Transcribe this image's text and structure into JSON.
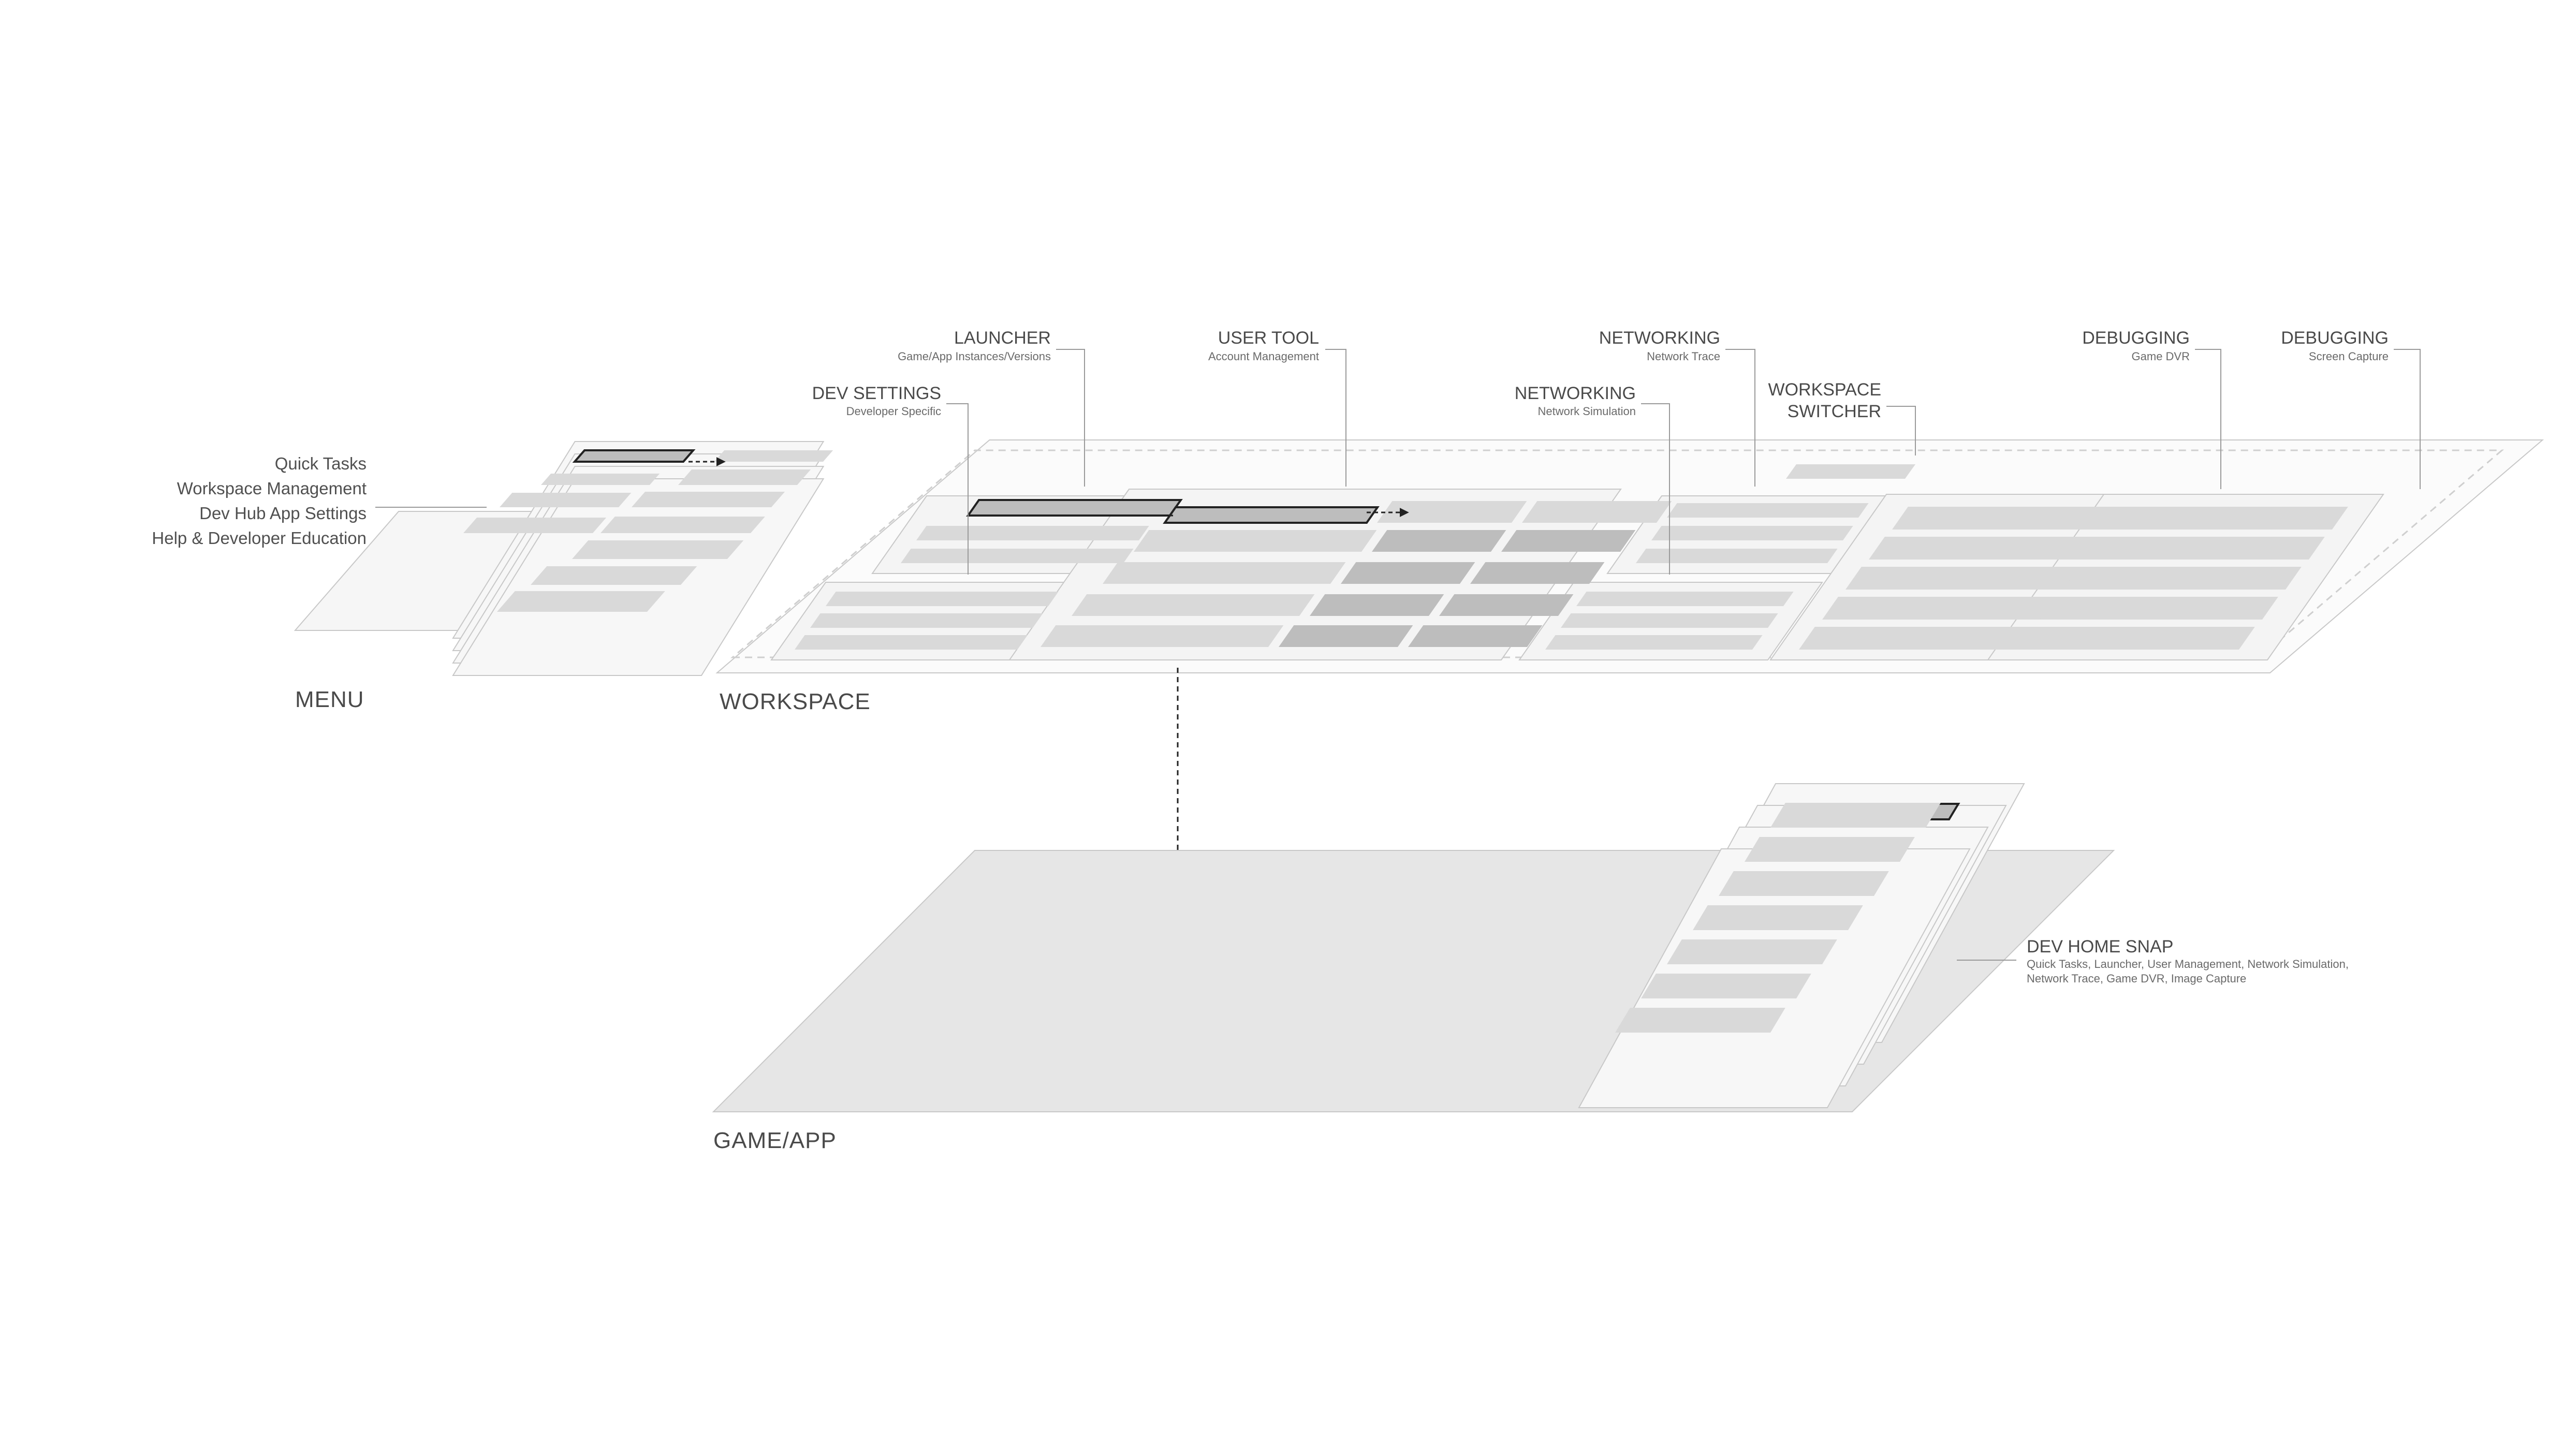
{
  "menu": {
    "title": "MENU",
    "items": [
      "Quick Tasks",
      "Workspace Management",
      "Dev Hub App Settings",
      "Help & Developer Education"
    ]
  },
  "workspace": {
    "title": "WORKSPACE",
    "callouts": {
      "launcher": {
        "title": "LAUNCHER",
        "subtitle": "Game/App Instances/Versions"
      },
      "user_tool": {
        "title": "USER TOOL",
        "subtitle": "Account Management"
      },
      "dev_settings": {
        "title": "DEV SETTINGS",
        "subtitle": "Developer Specific"
      },
      "net_trace": {
        "title": "NETWORKING",
        "subtitle": "Network Trace"
      },
      "net_sim": {
        "title": "NETWORKING",
        "subtitle": "Network Simulation"
      },
      "switcher": {
        "title_line1": "WORKSPACE",
        "title_line2": "SWITCHER"
      },
      "debug_dvr": {
        "title": "DEBUGGING",
        "subtitle": "Game DVR"
      },
      "debug_cap": {
        "title": "DEBUGGING",
        "subtitle": "Screen Capture"
      }
    }
  },
  "game_app": {
    "title": "GAME/APP"
  },
  "dev_home_snap": {
    "title": "DEV HOME SNAP",
    "desc_line1": "Quick Tasks, Launcher, User Management, Network Simulation,",
    "desc_line2": "Network Trace, Game DVR, Image Capture"
  },
  "colors": {
    "plane_fill": "#f4f4f4",
    "plane_stroke": "#c8c8c8",
    "bar_light": "#d9d9d9",
    "bar_dark": "#bdbdbd",
    "highlight_stroke": "#222222",
    "game_plane": "#e6e6e6",
    "leader": "#9a9a9a"
  }
}
